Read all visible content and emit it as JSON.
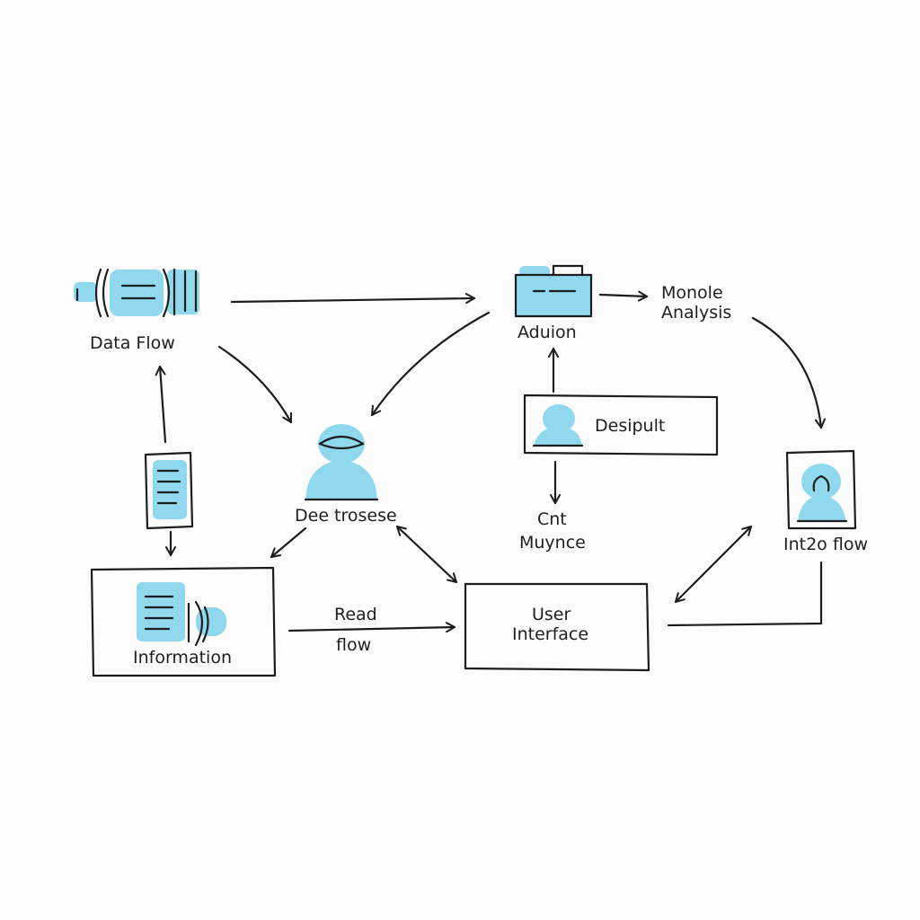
{
  "colors": {
    "accent": "#8fd8ee",
    "ink": "#1d1d1d",
    "background": "#fdfdfd"
  },
  "nodes": {
    "data_flow": {
      "label": "Data Flow",
      "icon": "pipe-valve-icon"
    },
    "aduion": {
      "label": "Aduion",
      "icon": "folder-icon"
    },
    "monole_analysis": {
      "label_line1": "Monole",
      "label_line2": "Analysis"
    },
    "dee_trosese": {
      "label": "Dee trosese",
      "icon": "person-icon"
    },
    "desipult": {
      "label": "Desipult",
      "icon": "person-icon"
    },
    "cnt_muynce": {
      "label_line1": "Cnt",
      "label_line2": "Muynce"
    },
    "intzo_flow": {
      "label": "Int2o flow",
      "icon": "person-portrait-icon"
    },
    "device": {
      "icon": "mobile-document-icon"
    },
    "information": {
      "label": "Information",
      "icon": "document-pipe-icon"
    },
    "read_flow": {
      "label_line1": "Read",
      "label_line2": "flow"
    },
    "user_interface": {
      "label_line1": "User",
      "label_line2": "Interface"
    }
  }
}
